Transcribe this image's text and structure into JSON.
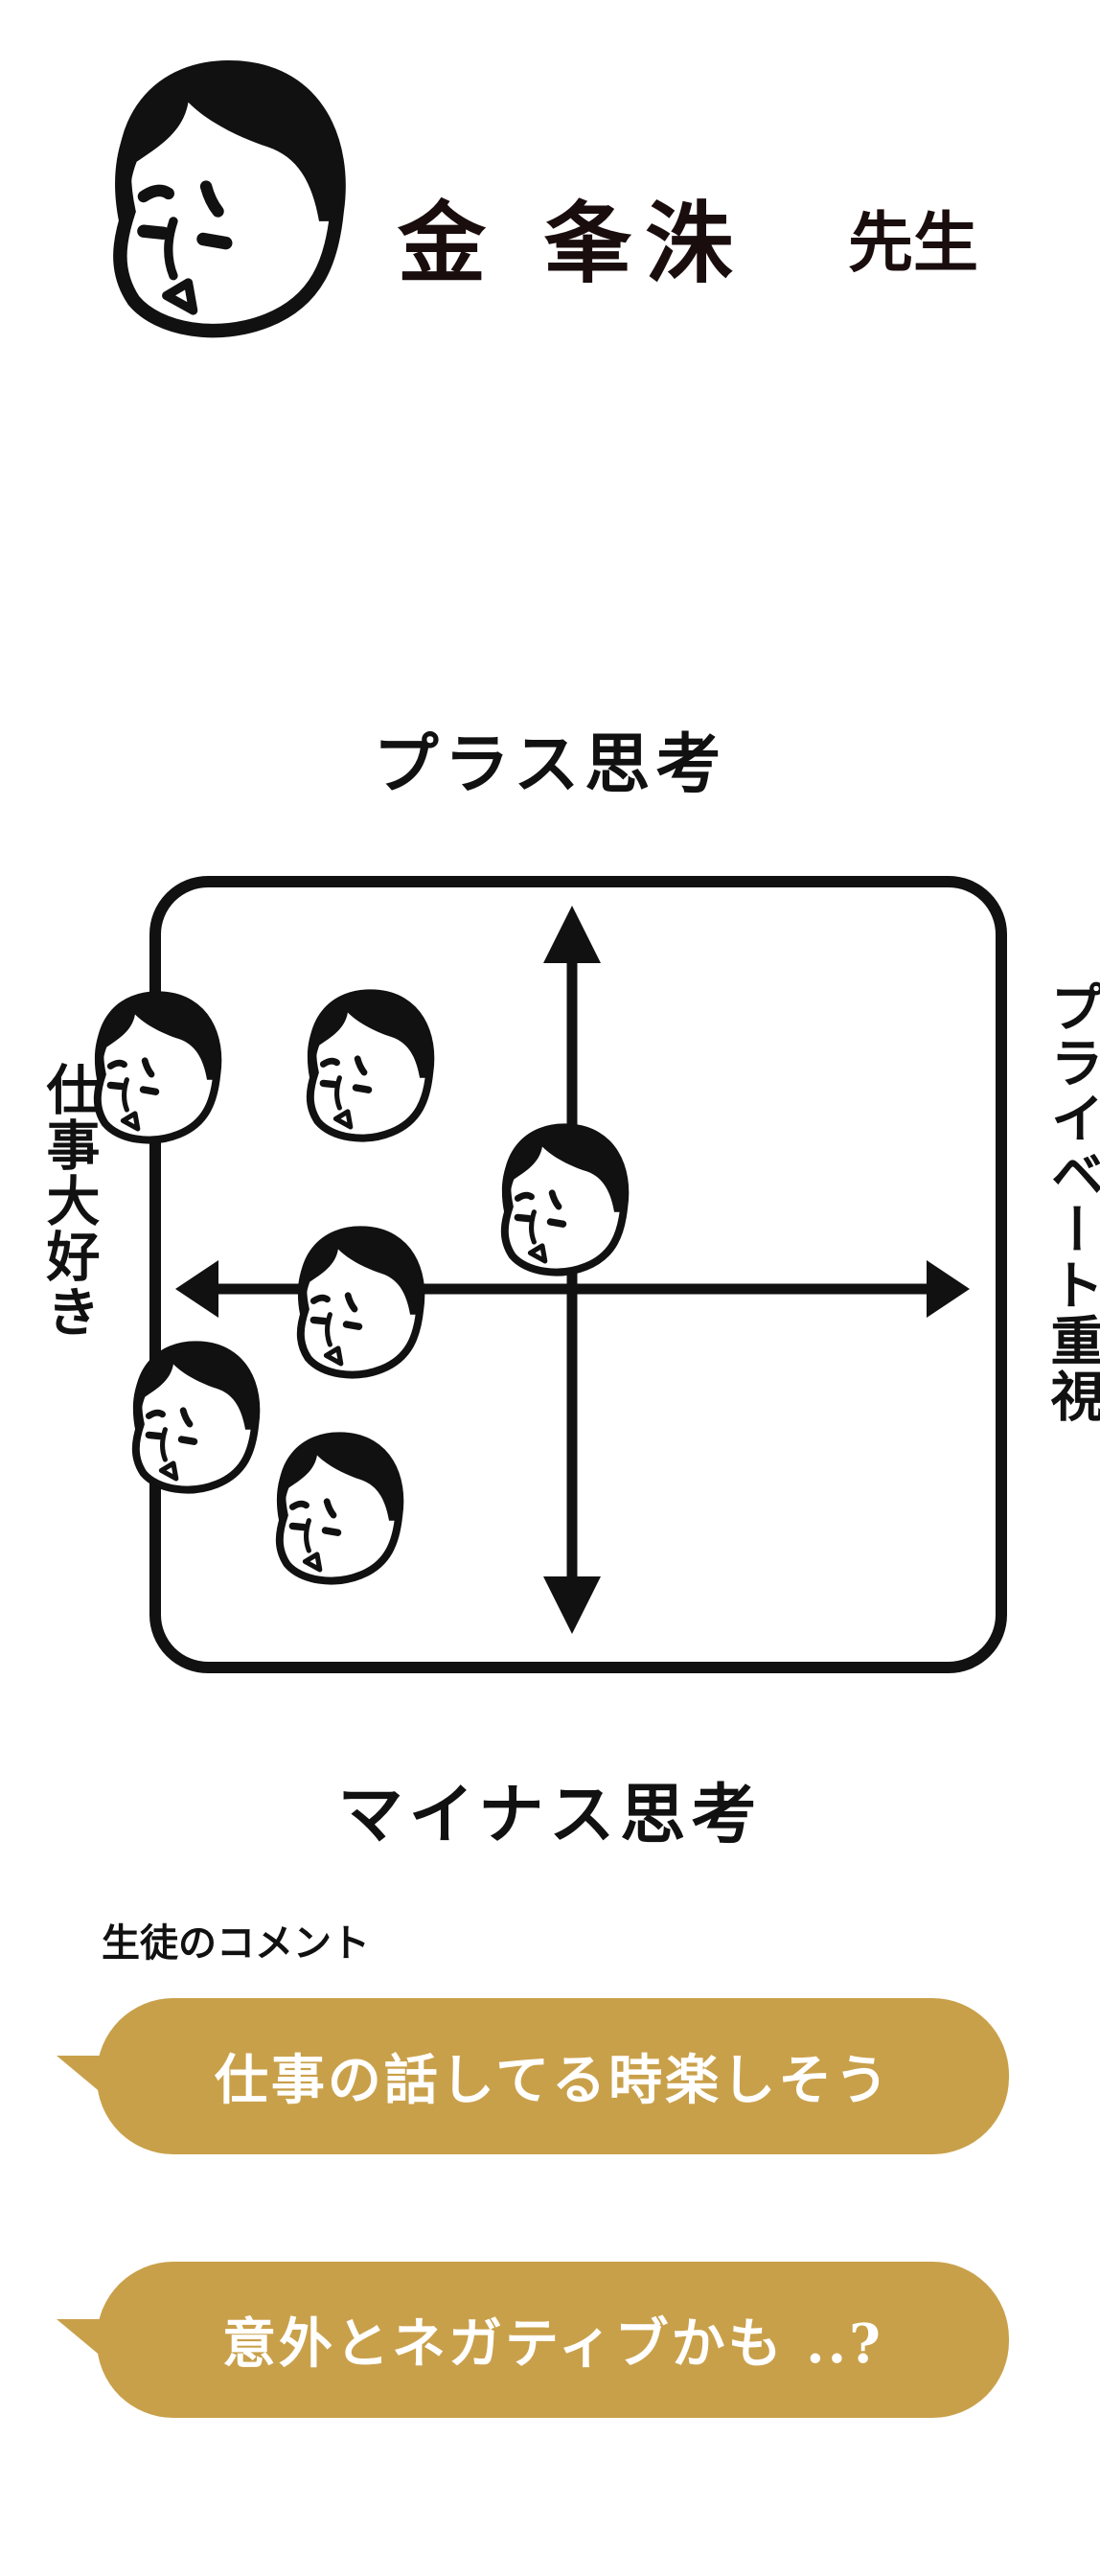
{
  "teacher": {
    "name": "金 夆洙",
    "honorific": "先生"
  },
  "matrix": {
    "top_label": "プラス思考",
    "bottom_label": "マイナス思考",
    "left_label": "仕事大好き",
    "right_label": "プライベート重視"
  },
  "comments": {
    "heading": "生徒のコメント",
    "items": [
      {
        "text": "仕事の話してる時楽しそう"
      },
      {
        "text": "意外とネガティブかも ..?"
      }
    ]
  },
  "colors": {
    "bubble": "#c9a04a",
    "ink": "#111111"
  },
  "icons": {
    "avatar": "face-illustration-icon"
  }
}
